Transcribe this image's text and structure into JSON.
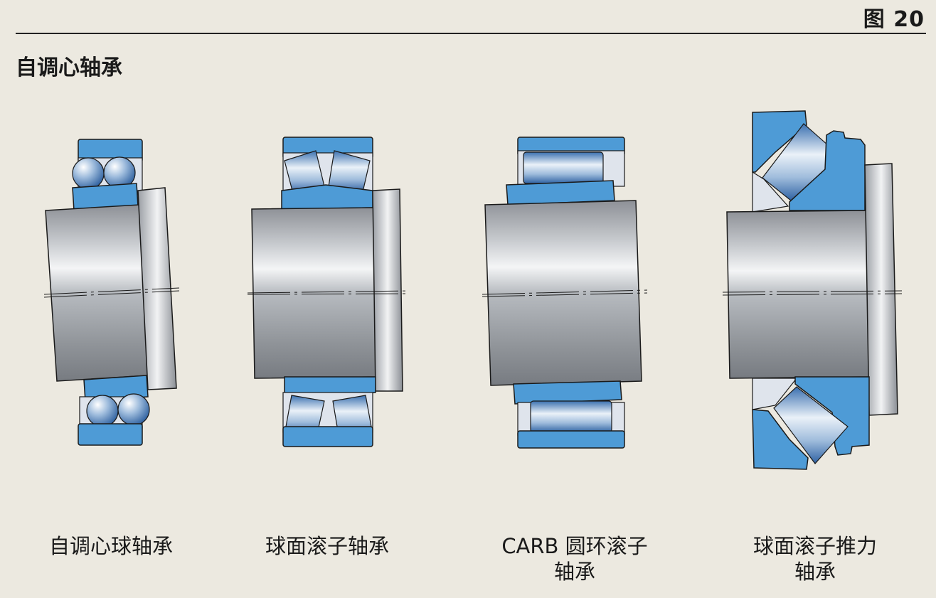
{
  "figure_label": "图 20",
  "section_title": "自调心轴承",
  "colors": {
    "background": "#ece9e0",
    "ring_blue": "#4e9bd6",
    "outline": "#1a1a1a",
    "shaft_gray": "#a9adb3"
  },
  "bearings": [
    {
      "caption_lines": [
        "自调心球轴承"
      ]
    },
    {
      "caption_lines": [
        "球面滚子轴承"
      ]
    },
    {
      "caption_lines": [
        "CARB 圆环滚子",
        "轴承"
      ]
    },
    {
      "caption_lines": [
        "球面滚子推力",
        "轴承"
      ]
    }
  ]
}
